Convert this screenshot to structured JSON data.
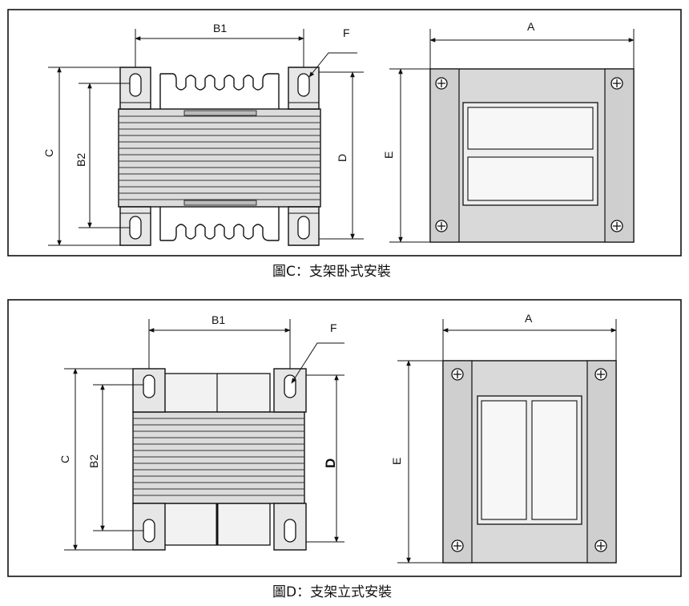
{
  "figure_c": {
    "caption": "圖C：支架卧式安裝",
    "labels": {
      "b1": "B1",
      "f": "F",
      "c": "C",
      "b2": "B2",
      "d": "D",
      "a": "A",
      "e": "E"
    }
  },
  "figure_d": {
    "caption": "圖D：支架立式安裝",
    "labels": {
      "b1": "B1",
      "f": "F",
      "c": "C",
      "b2": "B2",
      "d": "D",
      "a": "A",
      "e": "E"
    }
  },
  "icons": [
    "screw-head-icon",
    "mounting-slot-icon"
  ]
}
